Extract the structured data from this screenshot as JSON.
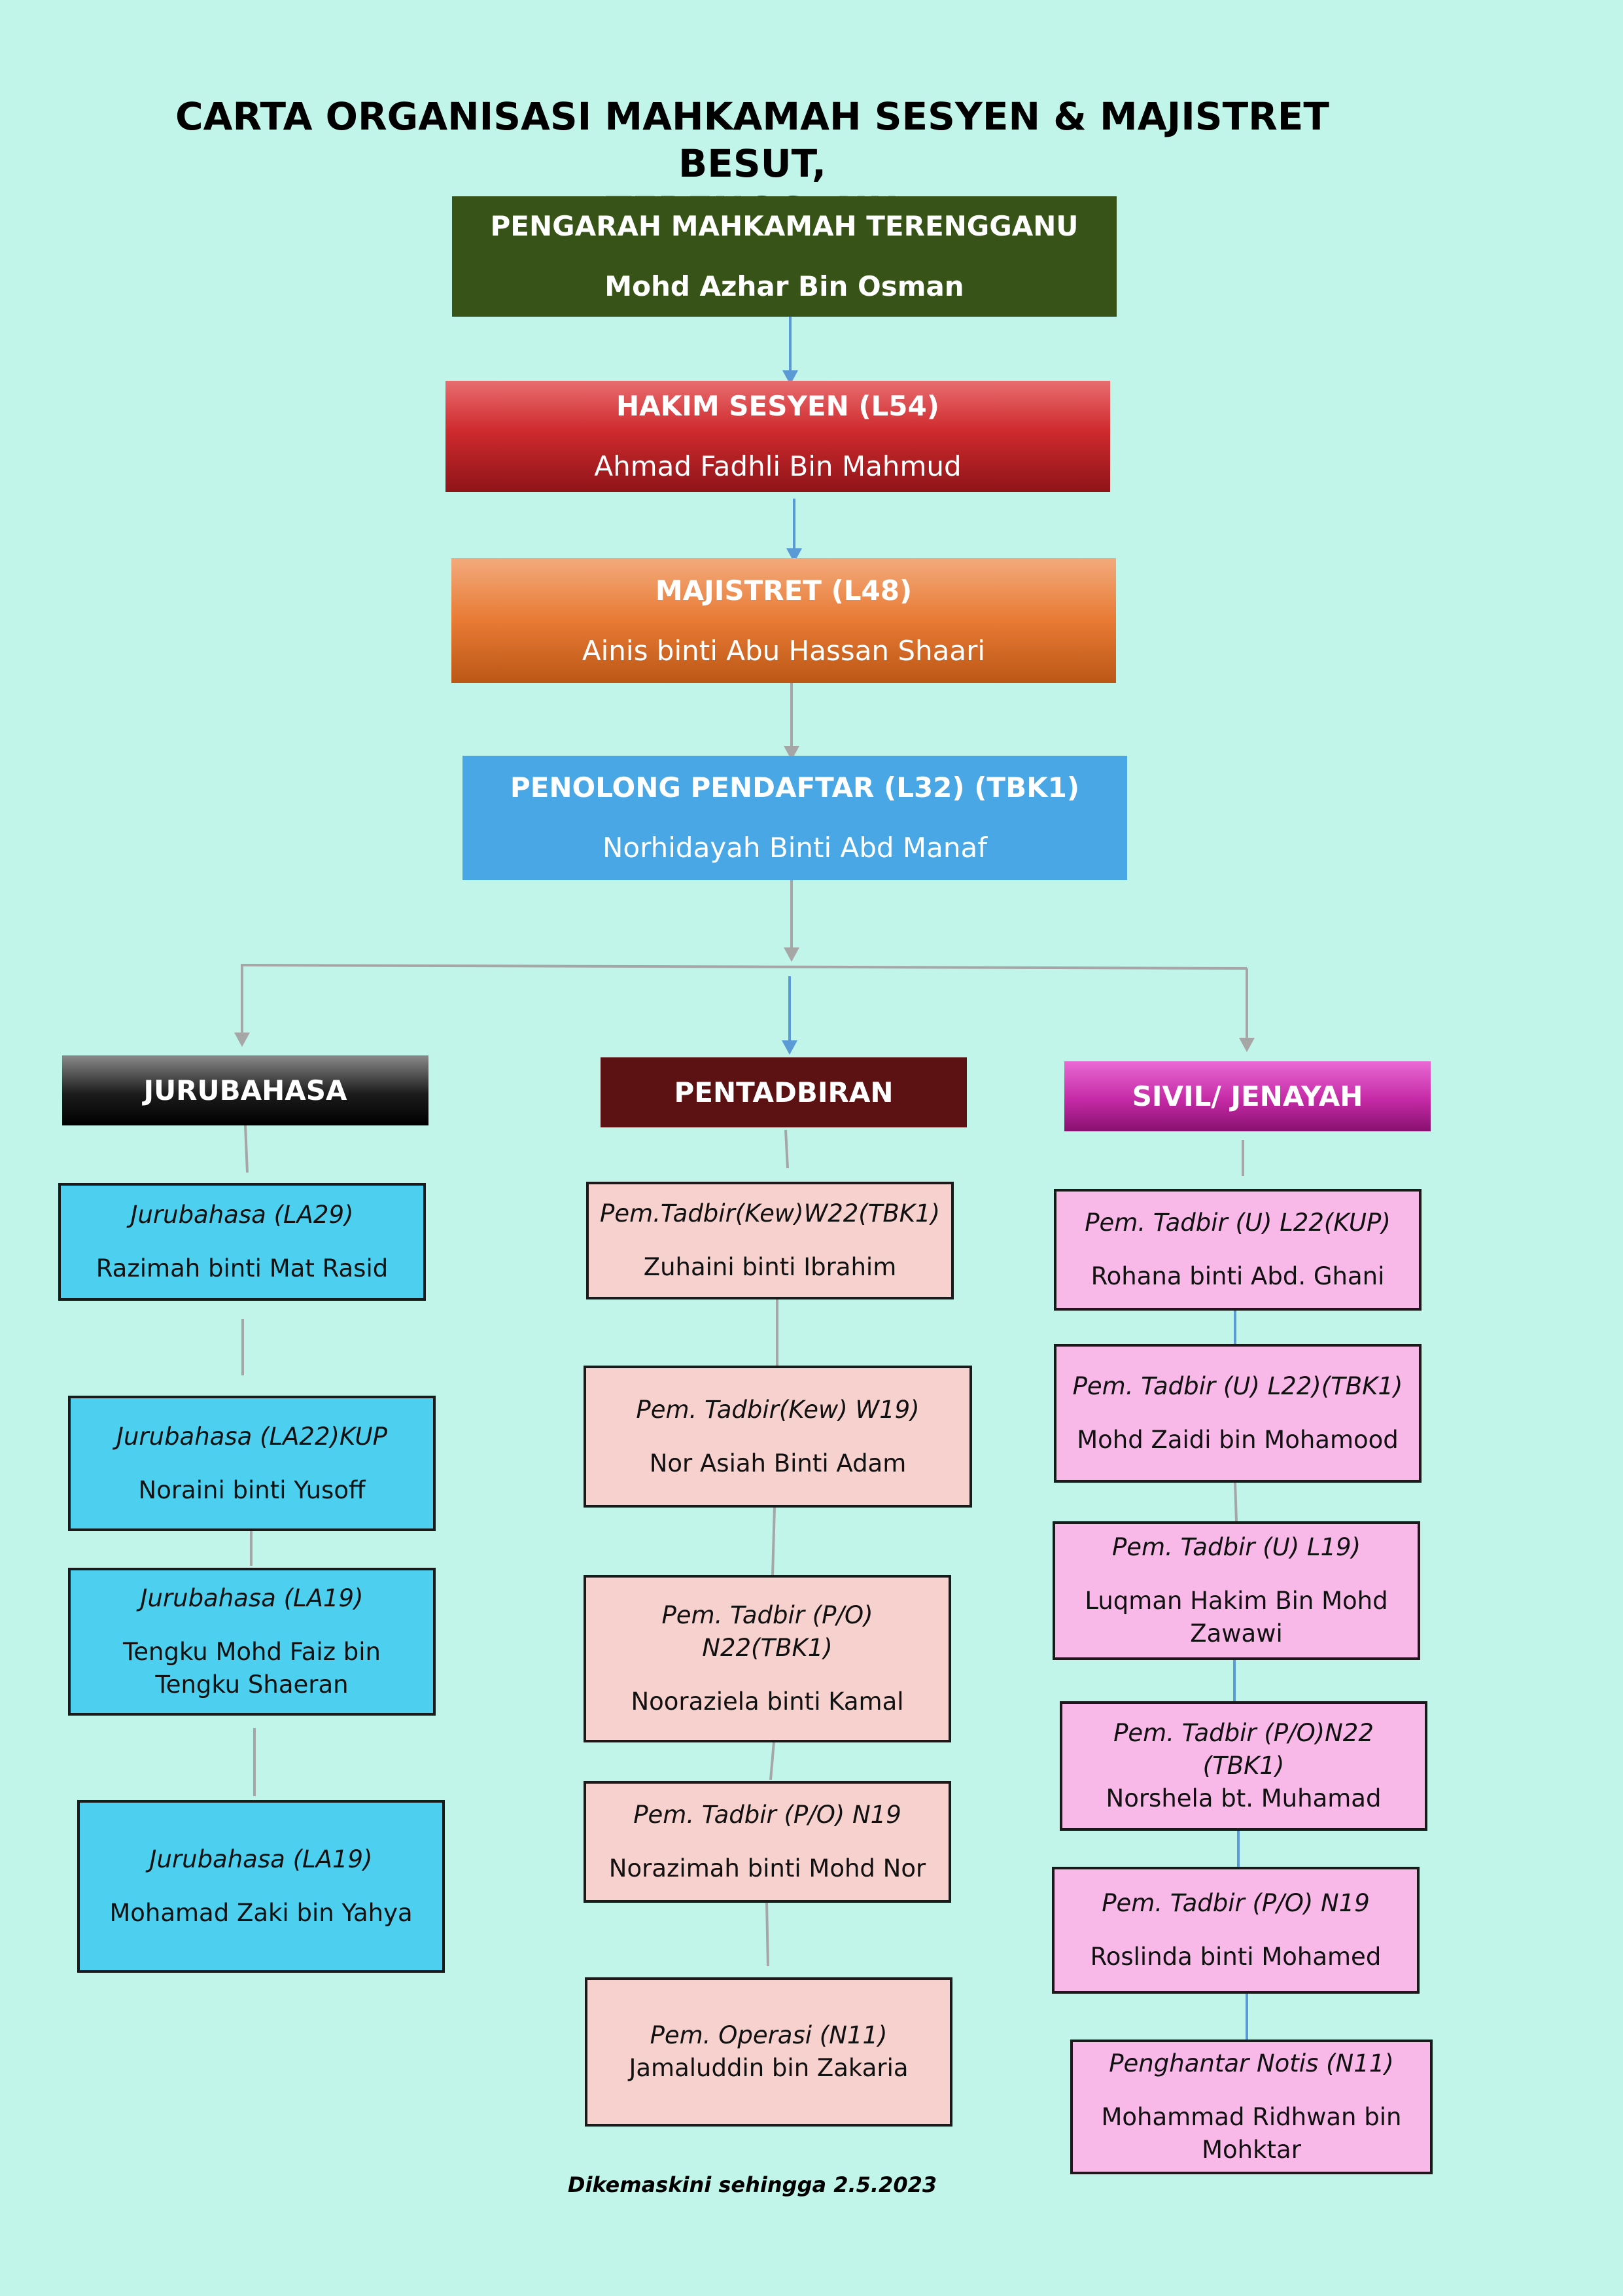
{
  "title_line1": "CARTA ORGANISASI MAHKAMAH SESYEN & MAJISTRET BESUT,",
  "title_line2": "TERENGGANU",
  "hierarchy": {
    "pengarah": {
      "role": "PENGARAH MAHKAMAH TERENGGANU",
      "name": "Mohd Azhar  Bin Osman"
    },
    "hakim": {
      "role": "HAKIM SESYEN (L54)",
      "name": "Ahmad Fadhli Bin Mahmud"
    },
    "majistret": {
      "role": "MAJISTRET (L48)",
      "name": "Ainis binti Abu Hassan Shaari"
    },
    "penolong": {
      "role": "PENOLONG PENDAFTAR (L32) (TBK1)",
      "name": "Norhidayah Binti Abd Manaf"
    }
  },
  "departments": {
    "jurubahasa": {
      "label": "JURUBAHASA",
      "staff": [
        {
          "role": "Jurubahasa (LA29)",
          "name": "Razimah binti Mat Rasid"
        },
        {
          "role": "Jurubahasa (LA22)KUP",
          "name": "Noraini binti Yusoff"
        },
        {
          "role": "Jurubahasa (LA19)",
          "name": "Tengku Mohd Faiz bin Tengku Shaeran"
        },
        {
          "role": "Jurubahasa (LA19)",
          "name": "Mohamad Zaki bin Yahya"
        }
      ]
    },
    "pentadbiran": {
      "label": "PENTADBIRAN",
      "staff": [
        {
          "role": "Pem.Tadbir(Kew)W22(TBK1)",
          "name": "Zuhaini binti Ibrahim"
        },
        {
          "role": "Pem. Tadbir(Kew) W19)",
          "name": "Nor Asiah Binti Adam"
        },
        {
          "role": "Pem. Tadbir (P/O) N22(TBK1)",
          "name": "Nooraziela binti Kamal"
        },
        {
          "role": "Pem. Tadbir (P/O) N19",
          "name": "Norazimah binti Mohd Nor"
        },
        {
          "role": "Pem. Operasi (N11)",
          "name": "Jamaluddin bin Zakaria"
        }
      ]
    },
    "sivil": {
      "label": "SIVIL/ JENAYAH",
      "staff": [
        {
          "role": "Pem. Tadbir (U) L22(KUP)",
          "name": "Rohana binti Abd. Ghani"
        },
        {
          "role": "Pem. Tadbir (U) L22)(TBK1)",
          "name": "Mohd Zaidi bin Mohamood"
        },
        {
          "role": "Pem. Tadbir (U) L19)",
          "name": "Luqman Hakim Bin Mohd Zawawi"
        },
        {
          "role": "Pem. Tadbir (P/O)N22 (TBK1)",
          "name": "Norshela bt. Muhamad"
        },
        {
          "role": "Pem. Tadbir (P/O) N19",
          "name": "Roslinda binti Mohamed"
        },
        {
          "role": "Penghantar Notis (N11)",
          "name": "Mohammad Ridhwan bin Mohktar"
        }
      ]
    }
  },
  "footer": "Dikemaskini sehingga 2.5.2023",
  "colors": {
    "background": "#c2f5ea",
    "pengarah": "#375317",
    "hakim": "#cf2a2e",
    "majistret": "#e87a34",
    "penolong": "#4aa7e6",
    "jurubahasa_header": "#000000",
    "pentadbiran_header": "#5c1112",
    "sivil_header": "#c52aa6",
    "jurubahasa_card": "#4dd0f0",
    "pentadbiran_card": "#f7d1cd",
    "sivil_card": "#f8b9e8",
    "connector_blue": "#5b9bd5",
    "connector_grey": "#a6a6a6"
  }
}
